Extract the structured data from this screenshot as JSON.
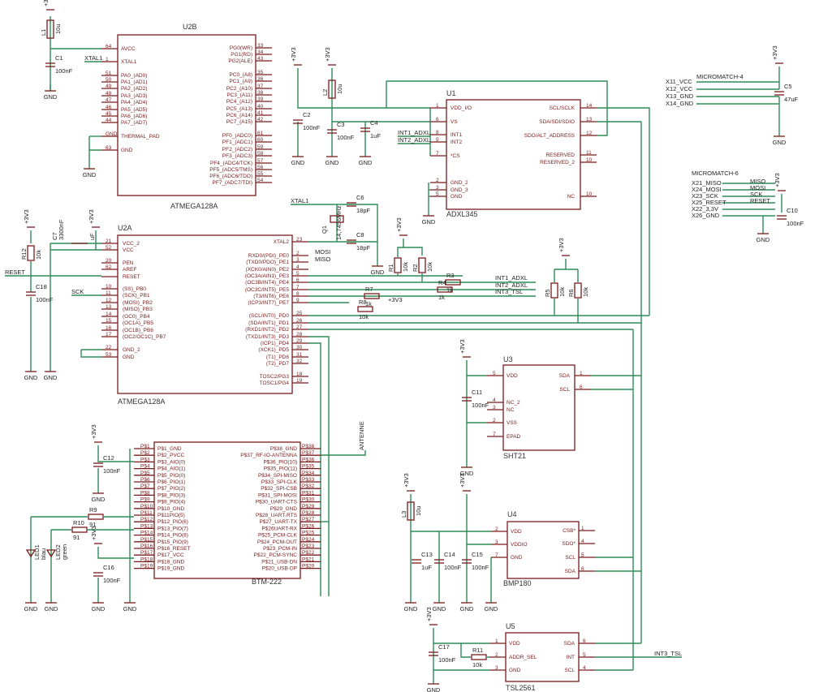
{
  "colors": {
    "wire": "#2e8b57",
    "symbol": "#7a1b1b",
    "text": "#222222"
  },
  "parts": {
    "u2b": {
      "name": "U2B",
      "value": "ATMEGA128A",
      "left": [
        [
          "64",
          "AVCC"
        ],
        [
          "1",
          "XTAL1"
        ],
        [
          "51",
          "PA0_(AD0)"
        ],
        [
          "50",
          "PA1_(AD1)"
        ],
        [
          "49",
          "PA2_(AD2)"
        ],
        [
          "48",
          "PA3_(AD3)"
        ],
        [
          "47",
          "PA4_(AD4)"
        ],
        [
          "46",
          "PA5_(AD5)"
        ],
        [
          "45",
          "PA6_(AD6)"
        ],
        [
          "44",
          "PA7_(AD7)"
        ],
        [
          "GND",
          "THERMAL_PAD"
        ],
        [
          "63",
          "GND"
        ]
      ],
      "right": [
        [
          "33",
          "PG0(WR)"
        ],
        [
          "34",
          "PG1(RD)"
        ],
        [
          "43",
          "PG2(ALE)"
        ],
        [
          "35",
          "PC0_(A8)"
        ],
        [
          "36",
          "PC1_(A9)"
        ],
        [
          "37",
          "PC2_(A10)"
        ],
        [
          "38",
          "PC3_(A11)"
        ],
        [
          "39",
          "PC4_(A12)"
        ],
        [
          "40",
          "PC5_(A13)"
        ],
        [
          "41",
          "PC6_(A14)"
        ],
        [
          "42",
          "PC7_(A15)"
        ],
        [
          "61",
          "PF0_(ADC0)"
        ],
        [
          "60",
          "PF1_(ADC1)"
        ],
        [
          "59",
          "PF2_(ADC2)"
        ],
        [
          "58",
          "PF3_(ADC3)"
        ],
        [
          "57",
          "PF4_(ADC4/TCK)"
        ],
        [
          "56",
          "PF5_(ADC5/TMS)"
        ],
        [
          "55",
          "PF6_(ADC6/TDO)"
        ],
        [
          "54",
          "PF7_(ADC7/TDI)"
        ]
      ]
    },
    "u2a": {
      "name": "U2A",
      "value": "ATMEGA128A",
      "left": [
        [
          "21",
          "VCC_2"
        ],
        [
          "52",
          "VCC"
        ],
        [
          "20",
          "PEN"
        ],
        [
          "62",
          "AREF"
        ],
        [
          "",
          "RESET"
        ],
        [
          "10",
          "(SS)_PB0"
        ],
        [
          "11",
          "(SCK)_PB1"
        ],
        [
          "12",
          "(MOSI)_PB2"
        ],
        [
          "13",
          "(MISO)_PB3"
        ],
        [
          "14",
          "(OC0)_PB4"
        ],
        [
          "15",
          "(OC1A)_PB5"
        ],
        [
          "16",
          "(OC1B)_PB6"
        ],
        [
          "17",
          "(OC2/OC1C)_PB7"
        ],
        [
          "22",
          "GND_2"
        ],
        [
          "53",
          "GND"
        ]
      ],
      "right": [
        [
          "23",
          "XTAL2"
        ],
        [
          "2",
          "RXD0/(PDI)_PE0"
        ],
        [
          "3",
          "(TXD0/PDO)_PE1"
        ],
        [
          "4",
          "(XCK0/AIN0)_PE2"
        ],
        [
          "5",
          "(OC3A/AIN1)_PE3"
        ],
        [
          "6",
          "(OC3B/INT4)_PE4"
        ],
        [
          "7",
          "(OC3C/INT5)_PE5"
        ],
        [
          "8",
          "(T3/INT6)_PE6"
        ],
        [
          "9",
          "(ICP3/INT7)_PE7"
        ],
        [
          "25",
          "(SCL/INT0)_PD0"
        ],
        [
          "26",
          "(SDA/INT1)_PD1"
        ],
        [
          "27",
          "(RXD1/INT2)_PD2"
        ],
        [
          "28",
          "(TXD1/INT3)_PD3"
        ],
        [
          "29",
          "(ICP1)_PD4"
        ],
        [
          "30",
          "(XCK1)_PD5"
        ],
        [
          "31",
          "(T1)_PD6"
        ],
        [
          "32",
          "(T2)_PD7"
        ],
        [
          "18",
          "TOSC2/PG3"
        ],
        [
          "19",
          "TOSC1/PG4"
        ]
      ]
    },
    "u1": {
      "name": "U1",
      "value": "ADXL345",
      "left": [
        [
          "1",
          "VDD_I/O"
        ],
        [
          "6",
          "VS"
        ],
        [
          "8",
          "INT1"
        ],
        [
          "9",
          "INT2"
        ],
        [
          "7",
          "*CS"
        ],
        [
          "2",
          "GND_2"
        ],
        [
          "3",
          "GND_3"
        ],
        [
          "5",
          "GND"
        ]
      ],
      "right": [
        [
          "14",
          "SCL/SCLK"
        ],
        [
          "13",
          "SDA/SDI/SDIO"
        ],
        [
          "12",
          "SDO/ALT_ADDRESS"
        ],
        [
          "11",
          "RESERVED"
        ],
        [
          "10",
          "RESERVED_2"
        ],
        [
          "10",
          "NC"
        ]
      ]
    },
    "u3": {
      "name": "U3",
      "value": "SHT21",
      "left": [
        [
          "5",
          "VDD"
        ],
        [
          "4",
          "NC_2"
        ],
        [
          "3",
          "NC"
        ],
        [
          "2",
          "VSS"
        ],
        [
          "7",
          "EPAD"
        ]
      ],
      "right": [
        [
          "1",
          "SDA"
        ],
        [
          "6",
          "SCL"
        ]
      ]
    },
    "u4": {
      "name": "U4",
      "value": "BMP180",
      "left": [
        [
          "2",
          "VDD"
        ],
        [
          "3",
          "VDDIO"
        ],
        [
          "7",
          "GND"
        ]
      ],
      "right": [
        [
          "1",
          "CSB*"
        ],
        [
          "4",
          "SDO*"
        ],
        [
          "5",
          "SCL"
        ],
        [
          "6",
          "SDA"
        ]
      ]
    },
    "u5": {
      "name": "U5",
      "value": "TSL2561",
      "left": [
        [
          "1",
          "VDD"
        ],
        [
          "2",
          "ADDR_SEL"
        ],
        [
          "3",
          "GND"
        ]
      ],
      "right": [
        [
          "6",
          "SDA"
        ],
        [
          "5",
          "INT"
        ],
        [
          "4",
          "SCL"
        ]
      ]
    },
    "btm": {
      "name": "",
      "value": "BTM-222",
      "left": [
        "P$1_GND",
        "P$2_PVCC",
        "P$3_AIO(0)",
        "P$4_AIO(1)",
        "P$5_PIO(0)",
        "P$6_PIO(1)",
        "P$7_PIO(2)",
        "P$8_PIO(3)",
        "P$9_PIO(4)",
        "P$10_GND",
        "P$11PIO(5)",
        "P$12_PIO(6)",
        "P$13_PIO(7)",
        "P$14_PIO(8)",
        "P$15_PIO(9)",
        "P$16_RESET",
        "P$17_VCC",
        "P$18_GND",
        "P$19_GND"
      ],
      "right": [
        "P$38_GND",
        "P$37_RF-IO-ANTENNA",
        "P$36_PIO(10)",
        "P$35_PIO(11)",
        "P$34_SPI-MISO",
        "P$33_SPI-CLK",
        "P$32_SPI-CSB",
        "P$31_SPI-MOSI",
        "P$30_UART-CTS",
        "P$29_GND",
        "P$28_UART-RTS",
        "P$27_UART-TX",
        "P$26UART-RX",
        "P$25_PCM-CLK",
        "P$24_PCM-OUT",
        "P$23_PCM-IN",
        "P$22_PCM-SYNC",
        "P$21_USB-DN",
        "P$20_USB-DP"
      ],
      "left_pins": [
        "P$1",
        "P$2",
        "P$3",
        "P$4",
        "P$5",
        "P$6",
        "P$7",
        "P$8",
        "P$9",
        "P$10",
        "P$11",
        "P$12",
        "P$13",
        "P$14",
        "P$15",
        "P$16",
        "P$17",
        "P$18",
        "P$19"
      ],
      "right_pins": [
        "P$38",
        "P$37",
        "P$36",
        "P$35",
        "P$34",
        "P$33",
        "P$32",
        "P$31",
        "P$30",
        "P$29",
        "P$28",
        "P$27",
        "P$26",
        "P$25",
        "P$24",
        "P$23",
        "P$22",
        "P$21",
        "P$20"
      ]
    }
  },
  "labels": {
    "gnd": "GND",
    "v33": "+3V3",
    "xtal1": "XTAL1",
    "reset": "RESET",
    "sck": "SCK",
    "mosi": "MOSI",
    "miso": "MISO",
    "int1": "INT1_ADXL",
    "int2": "INT2_ADXL",
    "int3": "INT3_TSL",
    "antenne": "ANTENNE",
    "mm4": "MICROMATCH-4",
    "mm6": "MICROMATCH-6",
    "x11": "X11_VCC",
    "x12": "X12_VCC",
    "x13": "X13_GND",
    "x14": "X14_GND",
    "x21": "X21_MISO",
    "x24": "X24_MOSI",
    "x23": "X23_SCK",
    "x25": "X25_RESET",
    "x22": "X22_3,3V",
    "x26": "X26_GND",
    "n_miso": "MISO",
    "n_mosi": "MOSI",
    "n_sck": "SCK",
    "n_reset": "RESET"
  },
  "components": {
    "l1": "L1",
    "l1v": "10u",
    "c1": "C1",
    "c1v": "100nF",
    "l2": "L2",
    "l2v": "10u",
    "c2": "C2",
    "c2v": "100nF",
    "c3": "C3",
    "c3v": "100nF",
    "c4": "C4",
    "c4v": "1uF",
    "c5": "C5",
    "c5v": "47uF",
    "c10": "C10",
    "c10v": "100nF",
    "c6": "C6",
    "c6v": "18pF",
    "c8": "C8",
    "c8v": "18pF",
    "q1": "Q1",
    "q1v": "14,7456MHz",
    "r12": "R12",
    "r12v": "10k",
    "c7": "C7",
    "c7v": "3300nF",
    "c7b": "uF",
    "c18": "C18",
    "c18v": "100nF",
    "r1": "R1",
    "r1v": "10k",
    "r2": "R2",
    "r2v": "10k",
    "r3": "R3",
    "r3v": "1k",
    "r4": "R4",
    "r4v": "1k",
    "r7": "R7",
    "r7v": "1k",
    "r8": "R8",
    "r8v": "10k",
    "r5": "R5",
    "r5v": "10k",
    "r6": "R6",
    "r6v": "10k",
    "c11": "C11",
    "c11v": "100nF",
    "c12": "C12",
    "c12v": "100nF",
    "c16": "C16",
    "c16v": "100nF",
    "r9": "R9",
    "r9v": "91",
    "r10": "R10",
    "r10v": "91",
    "led1": "LED1",
    "led1c": "blau",
    "led2": "LED2",
    "led2c": "green",
    "l3": "L3",
    "l3v": "10u",
    "c13": "C13",
    "c13v": "1uF",
    "c14": "C14",
    "c14v": "100nF",
    "c15": "C15",
    "c15v": "100nF",
    "c17": "C17",
    "c17v": "100nF",
    "r11": "R11",
    "r11v": "10k"
  }
}
